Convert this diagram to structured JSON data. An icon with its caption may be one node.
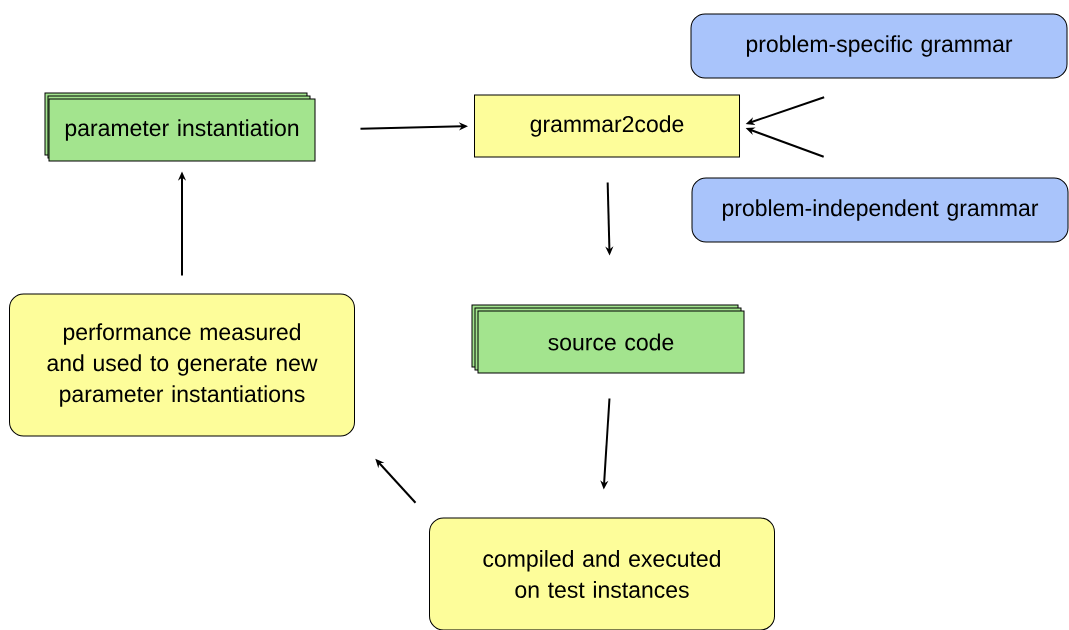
{
  "diagram": {
    "nodes": [
      {
        "text": [
          "parameter instantiation"
        ]
      },
      {
        "text": [
          "grammar2code"
        ]
      },
      {
        "text": [
          "problem-specific grammar"
        ]
      },
      {
        "text": [
          "problem-independent grammar"
        ]
      },
      {
        "text": [
          "source code"
        ]
      },
      {
        "text": [
          "compiled and executed on test instances"
        ]
      },
      {
        "text": [
          "performance measured and used to generate new parameter instantiations"
        ]
      }
    ],
    "edges": [
      {
        "from": 0,
        "to": 1,
        "arrow": "to"
      },
      {
        "from": 2,
        "to": 1,
        "arrow": "to"
      },
      {
        "from": 3,
        "to": 1,
        "arrow": "to"
      },
      {
        "from": 1,
        "to": 4,
        "arrow": "to"
      },
      {
        "from": 4,
        "to": 5,
        "arrow": "to"
      },
      {
        "from": 5,
        "to": 6,
        "arrow": "to"
      },
      {
        "from": 6,
        "to": 0,
        "arrow": "to"
      }
    ]
  }
}
